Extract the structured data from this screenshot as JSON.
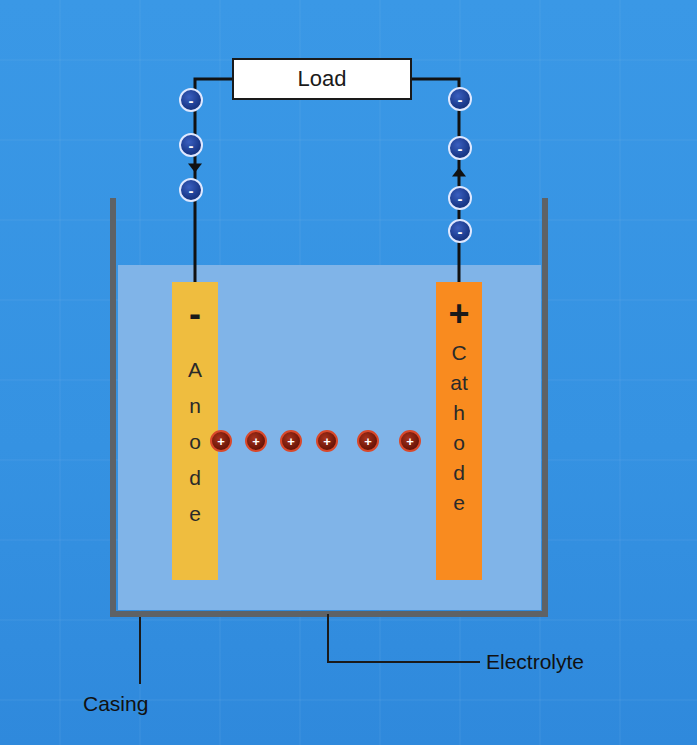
{
  "diagram": {
    "nodes": [
      {
        "text": [
          "Load"
        ]
      },
      {
        "text": [
          "-"
        ]
      },
      {
        "text": [
          "-"
        ]
      },
      {
        "text": [
          "-"
        ]
      },
      {
        "text": [
          "-"
        ]
      },
      {
        "text": [
          "-"
        ]
      },
      {
        "text": [
          "-"
        ]
      },
      {
        "text": [
          "-"
        ]
      },
      {
        "text": [
          "-",
          "Anode"
        ]
      },
      {
        "text": [
          "+"
        ]
      },
      {
        "text": [
          "+"
        ]
      },
      {
        "text": [
          "+"
        ]
      },
      {
        "text": [
          "+"
        ]
      },
      {
        "text": [
          "+"
        ]
      },
      {
        "text": [
          "+"
        ]
      },
      {
        "text": [
          "+",
          "Cathode"
        ]
      }
    ],
    "edges": [
      {
        "from": 0,
        "to": 8,
        "arrow": "to"
      },
      {
        "from": 15,
        "to": 0,
        "arrow": "to"
      }
    ],
    "labels": [
      "Electrolyte",
      "Casing"
    ]
  }
}
